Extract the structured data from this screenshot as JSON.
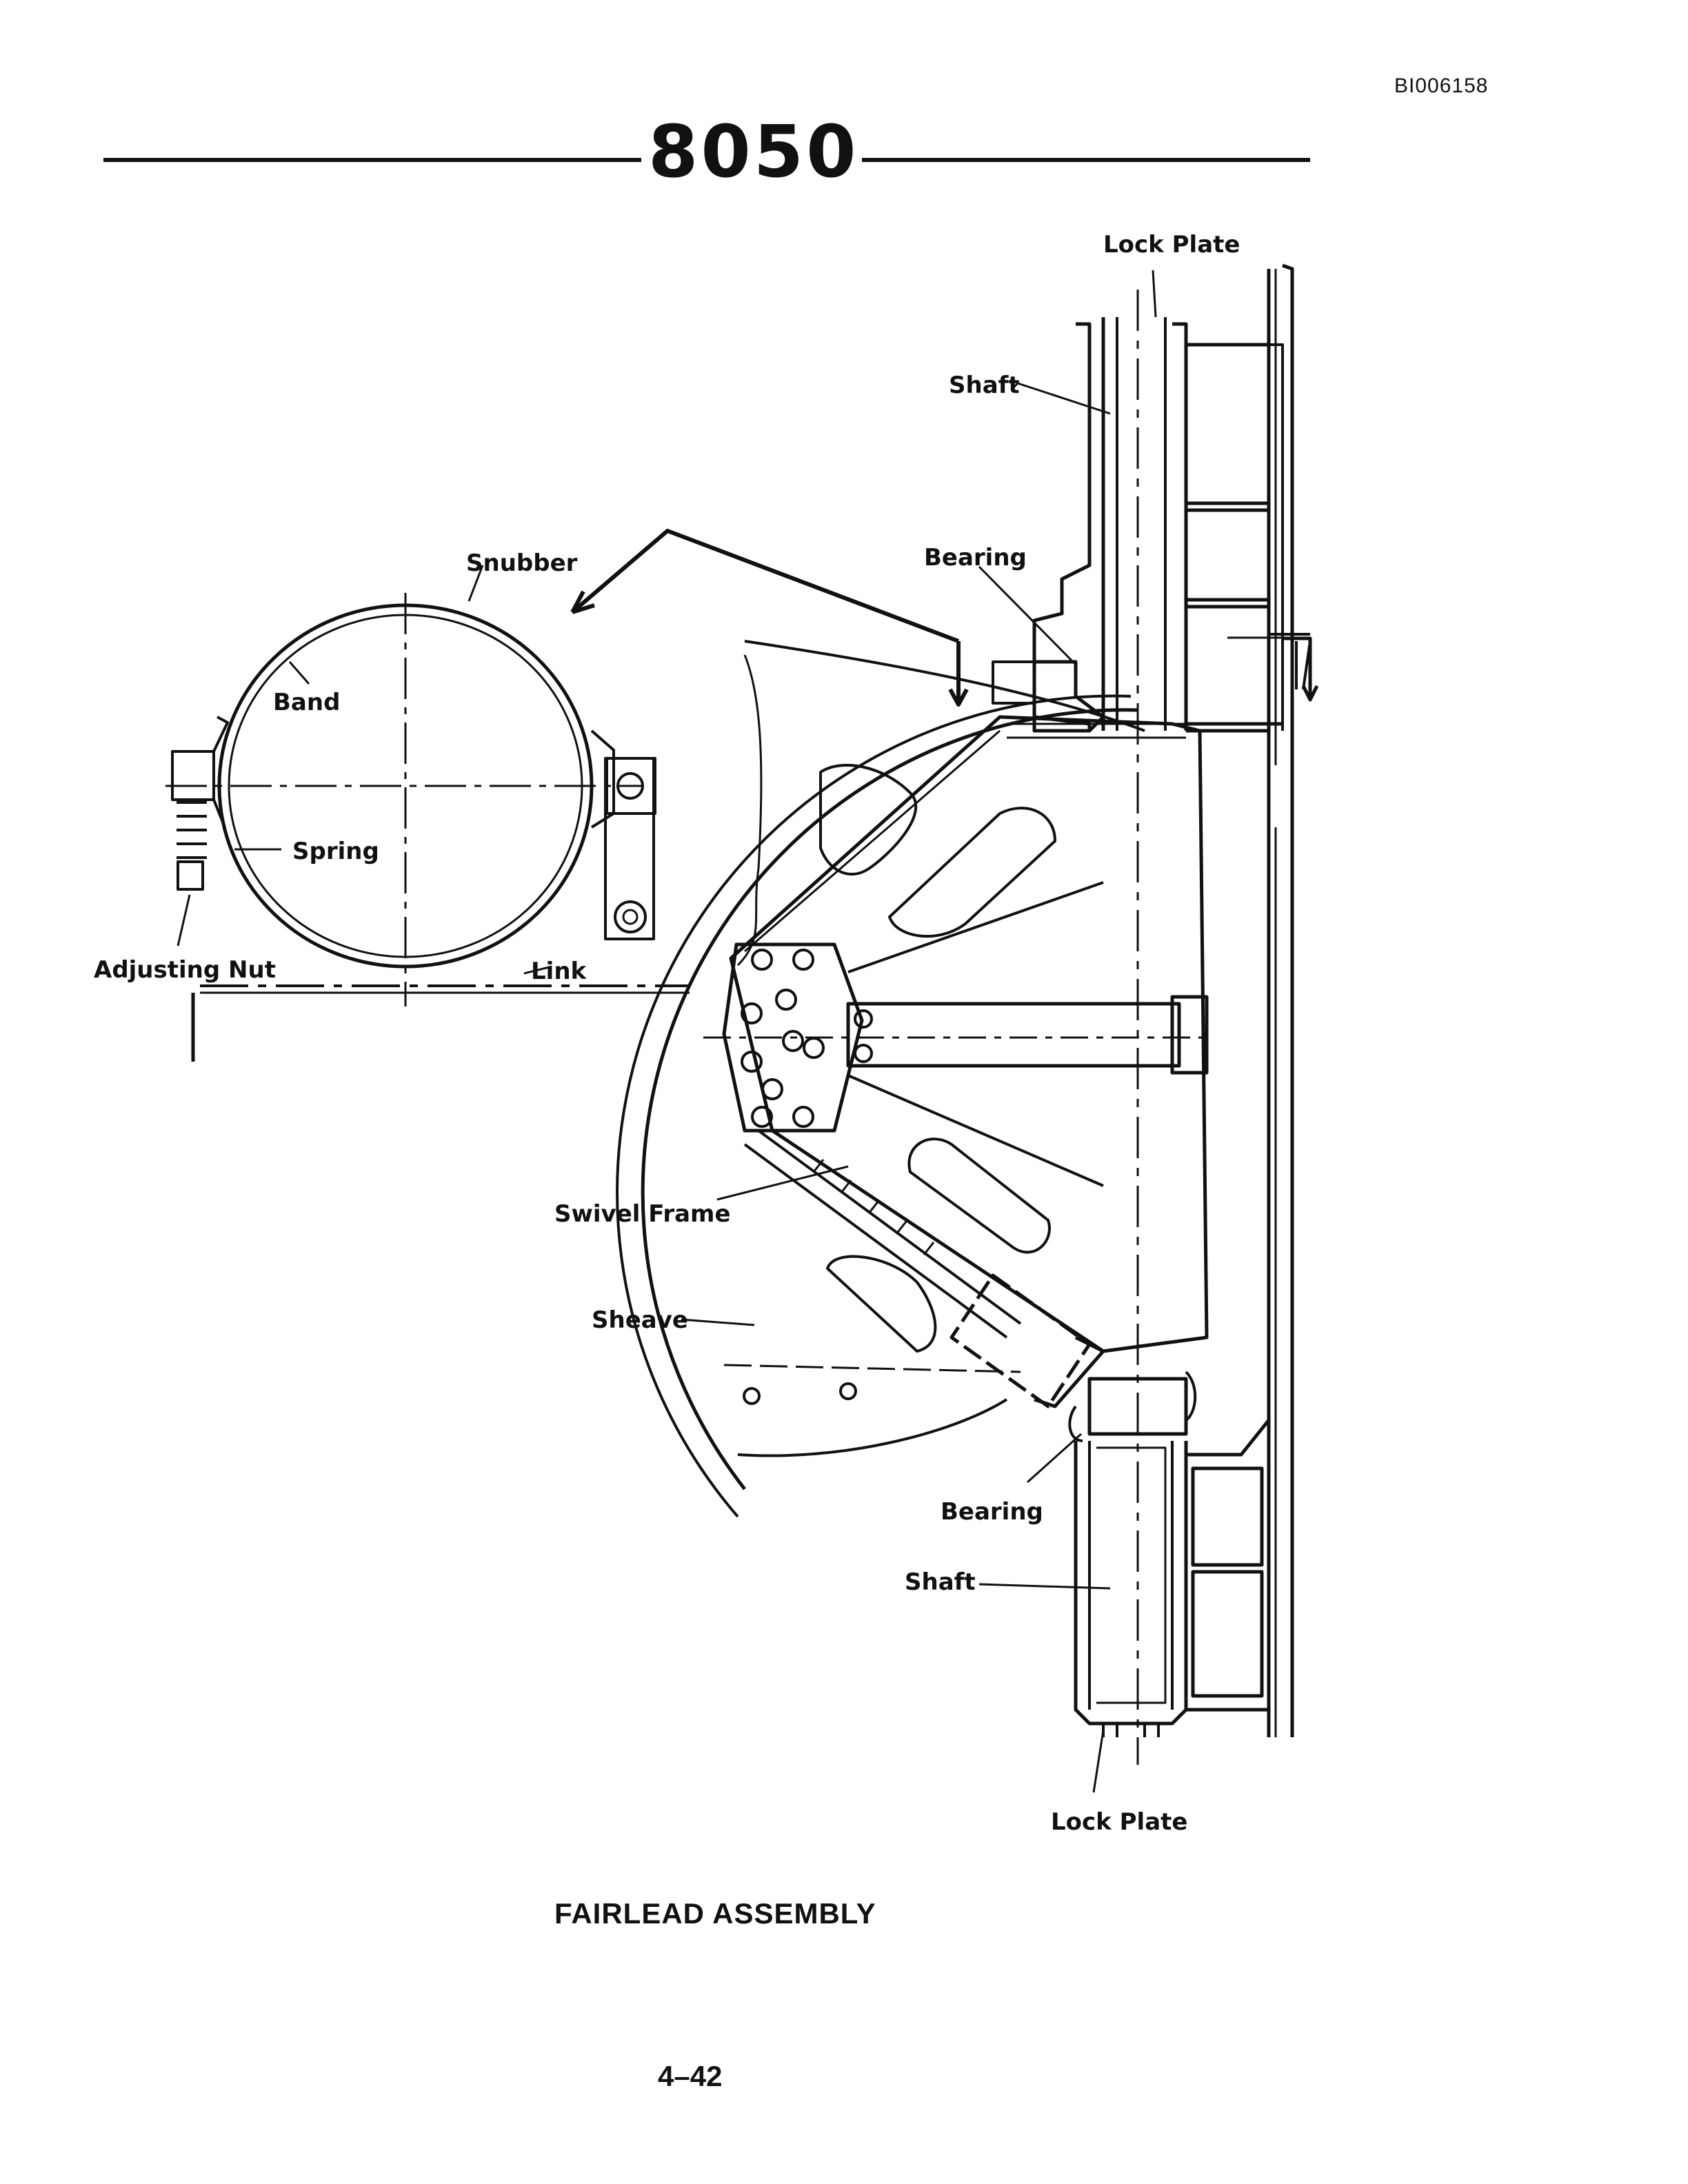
{
  "document": {
    "doc_id": "BI006158",
    "model": "8050",
    "caption": "FAIRLEAD ASSEMBLY",
    "page_number": "4–42"
  },
  "labels": {
    "lock_plate_top": "Lock Plate",
    "shaft_top": "Shaft",
    "bearing_top": "Bearing",
    "snubber": "Snubber",
    "band": "Band",
    "spring": "Spring",
    "adjusting_nut": "Adjusting Nut",
    "link": "Link",
    "swivel_frame": "Swivel Frame",
    "sheave": "Sheave",
    "bearing_bottom": "Bearing",
    "shaft_bottom": "Shaft",
    "lock_plate_bottom": "Lock Plate"
  }
}
